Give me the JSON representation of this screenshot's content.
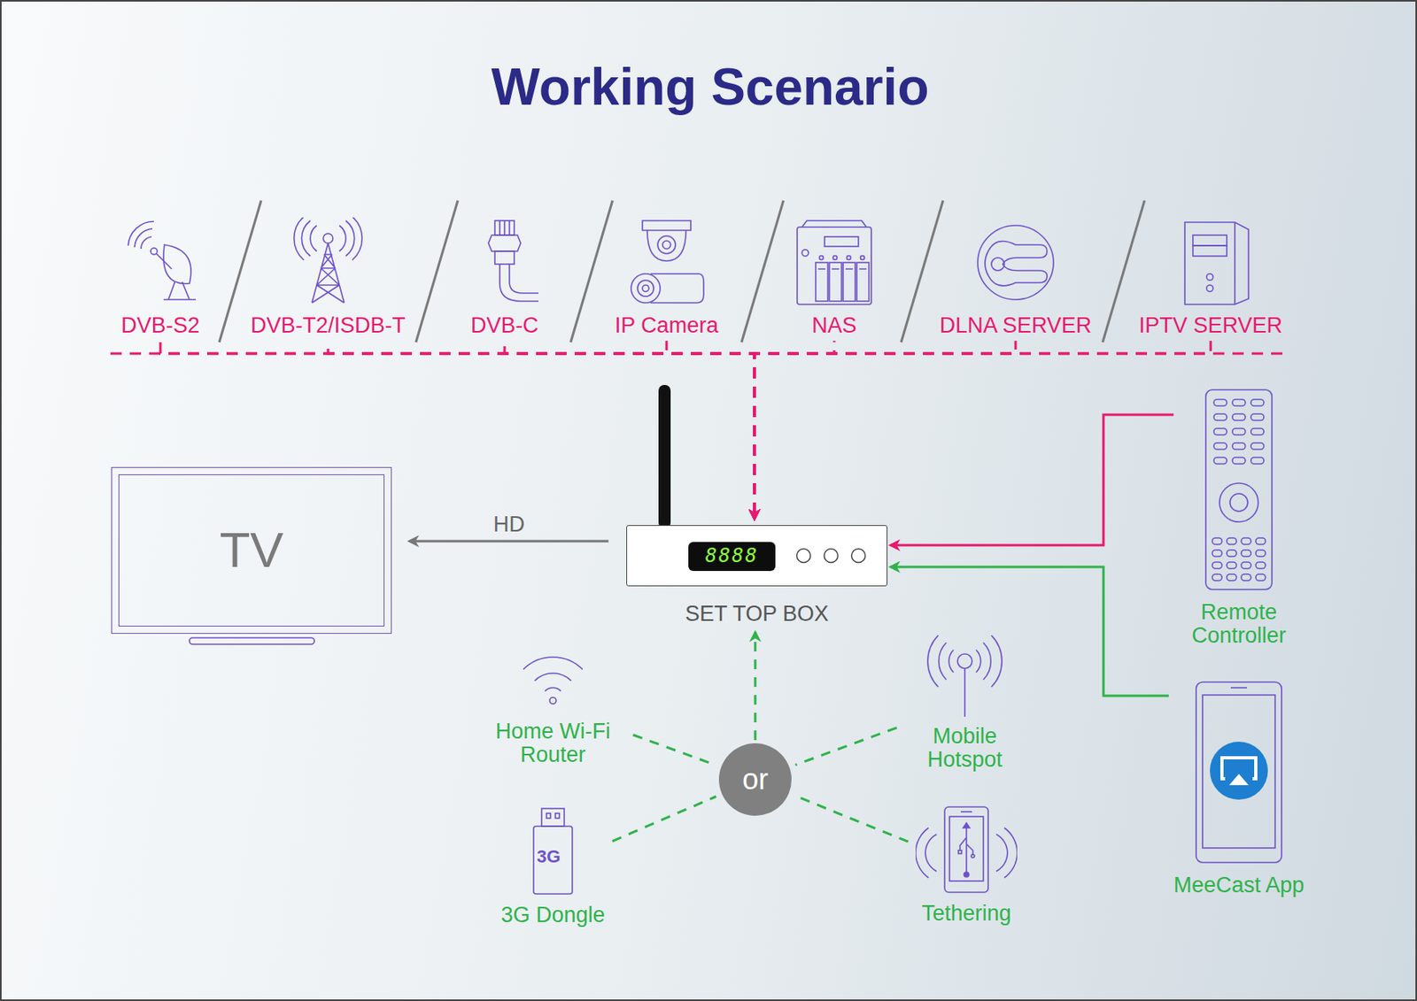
{
  "diagram": {
    "title": "Working Scenario",
    "nodes": [
      {
        "text": [
          "DVB-S2"
        ]
      },
      {
        "text": [
          "DVB-T2/ISDB-T"
        ]
      },
      {
        "text": [
          "DVB-C"
        ]
      },
      {
        "text": [
          "IP Camera"
        ]
      },
      {
        "text": [
          "NAS"
        ]
      },
      {
        "text": [
          "DLNA SERVER"
        ]
      },
      {
        "text": [
          "IPTV SERVER"
        ]
      },
      {
        "text": [
          "TV"
        ]
      },
      {
        "text": [
          "8888",
          "SET TOP BOX"
        ]
      },
      {
        "text": [
          "Remote Controller"
        ]
      },
      {
        "text": [
          "MeeCast App"
        ]
      },
      {
        "text": [
          "Home Wi-Fi Router"
        ]
      },
      {
        "text": [
          "Mobile Hotspot"
        ]
      },
      {
        "text": [
          "or"
        ]
      },
      {
        "text": [
          "3G",
          "3G Dongle"
        ]
      },
      {
        "text": [
          "Tethering"
        ]
      }
    ],
    "edges": [
      {
        "from": 0,
        "to": 8,
        "arrow": "to"
      },
      {
        "from": 1,
        "to": 8,
        "arrow": "to"
      },
      {
        "from": 2,
        "to": 8,
        "arrow": "to"
      },
      {
        "from": 3,
        "to": 8,
        "arrow": "to"
      },
      {
        "from": 4,
        "to": 8,
        "arrow": "to"
      },
      {
        "from": 5,
        "to": 8,
        "arrow": "to"
      },
      {
        "from": 6,
        "to": 8,
        "arrow": "to"
      },
      {
        "from": 8,
        "to": 7,
        "label": "HD",
        "arrow": "to"
      },
      {
        "from": 9,
        "to": 8,
        "arrow": "to"
      },
      {
        "from": 10,
        "to": 8,
        "arrow": "to"
      },
      {
        "from": 11,
        "to": 13,
        "arrow": "none"
      },
      {
        "from": 12,
        "to": 13,
        "arrow": "none"
      },
      {
        "from": 14,
        "to": 13,
        "arrow": "none"
      },
      {
        "from": 15,
        "to": 13,
        "arrow": "none"
      },
      {
        "from": 13,
        "to": 8,
        "arrow": "to"
      }
    ]
  }
}
